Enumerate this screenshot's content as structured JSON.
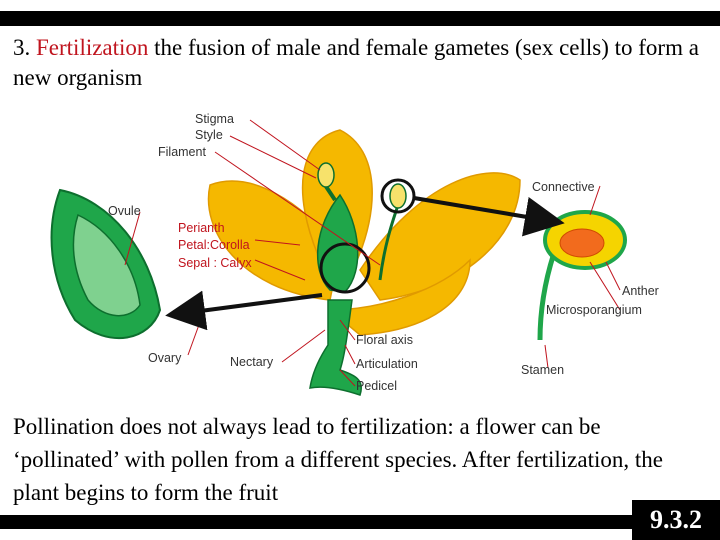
{
  "heading": {
    "number": "3.",
    "term": "Fertilization",
    "definition": " the fusion of male and female gametes (sex cells) to form a new organism"
  },
  "diagram": {
    "labels": {
      "stigma": "Stigma",
      "style": "Style",
      "filament": "Filament",
      "ovule": "Ovule",
      "perianth": "Perianth",
      "petal": "Petal:Corolla",
      "sepal": "Sepal : Calyx",
      "ovary": "Ovary",
      "nectary": "Nectary",
      "floral_axis": "Floral axis",
      "articulation": "Articulation",
      "pedicel": "Pedicel",
      "connective": "Connective",
      "anther": "Anther",
      "microsporangium": "Microsporangium",
      "stamen": "Stamen"
    },
    "colors": {
      "petal": "#f5b800",
      "petal_dark": "#e09a00",
      "green": "#1fa64a",
      "green_dark": "#0d6f2e",
      "pollen": "#f26b1d",
      "pointer": "#c0141e"
    }
  },
  "body": {
    "text": "Pollination does not always lead to fertilization: a flower can be ‘pollinated’ with pollen from a different species.  After fertilization, the plant begins to form the fruit"
  },
  "slide_number": "9.3.2"
}
